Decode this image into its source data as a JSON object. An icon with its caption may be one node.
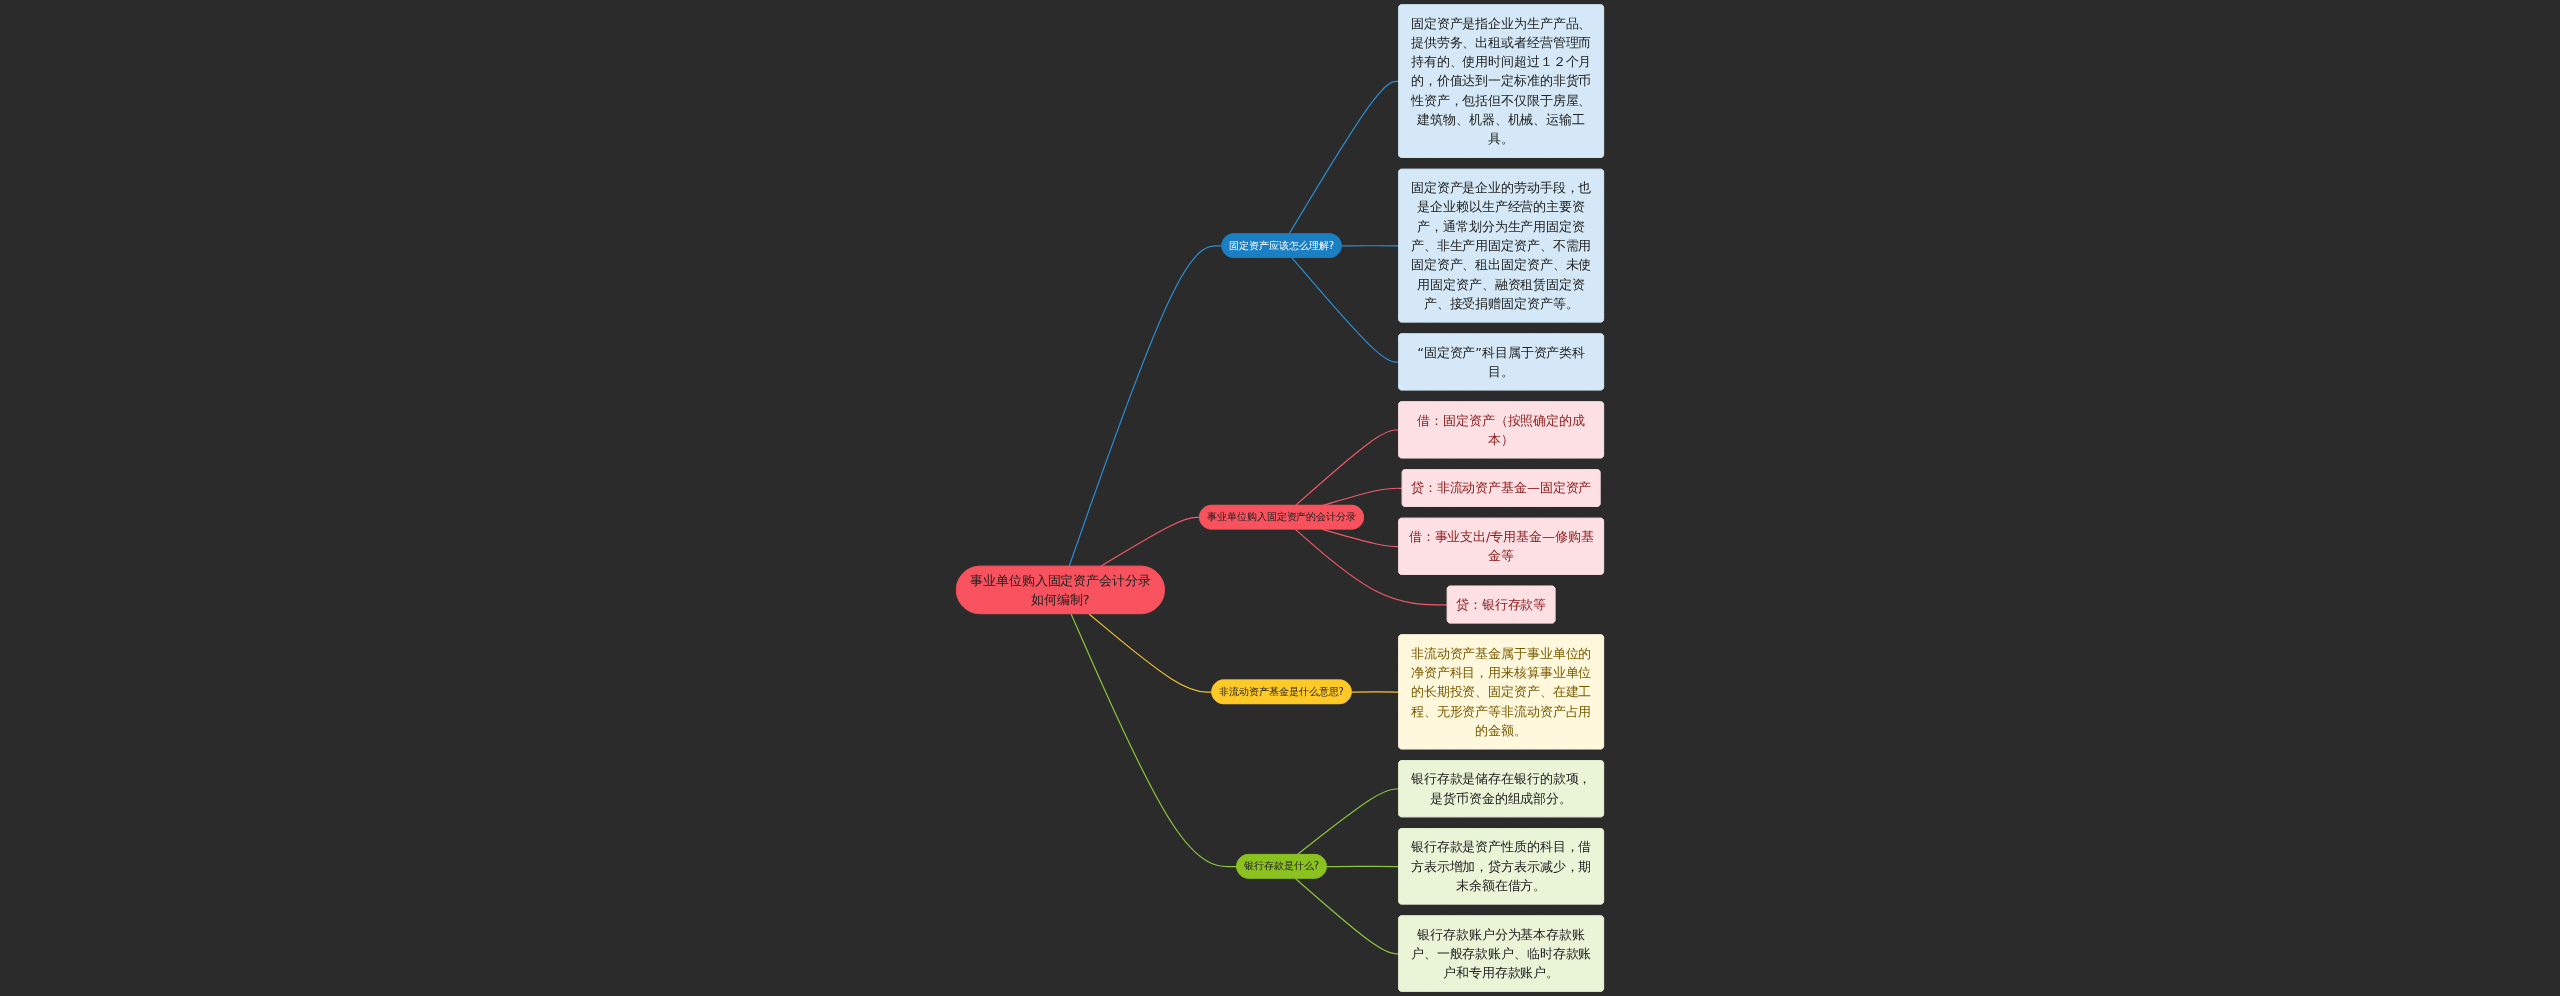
{
  "diagram": {
    "nodes": [
      {
        "text": [
          "事业单位购入固定资产会计分录如何编制?"
        ]
      },
      {
        "text": [
          "固定资产应该怎么理解?"
        ]
      },
      {
        "text": [
          "固定资产是指企业为生产产品、提供劳务、出租或者经营管理而持有的、使用时间超过１２个月的，价值达到一定标准的非货币性资产，包括但不仅限于房屋、建筑物、机器、机械、运输工具。"
        ]
      },
      {
        "text": [
          "固定资产是企业的劳动手段，也是企业赖以生产经营的主要资产，通常划分为生产用固定资产、非生产用固定资产、不需用固定资产、租出固定资产、未使用固定资产、融资租赁固定资产、接受捐赠固定资产等。"
        ]
      },
      {
        "text": [
          "“固定资产”科目属于资产类科目。"
        ]
      },
      {
        "text": [
          "事业单位购入固定资产的会计分录"
        ]
      },
      {
        "text": [
          "借：固定资产（按照确定的成本）"
        ]
      },
      {
        "text": [
          "贷：非流动资产基金—固定资产"
        ]
      },
      {
        "text": [
          "借：事业支出/专用基金—修购基金等"
        ]
      },
      {
        "text": [
          "贷：银行存款等"
        ]
      },
      {
        "text": [
          "非流动资产基金是什么意思?"
        ]
      },
      {
        "text": [
          "非流动资产基金属于事业单位的净资产科目，用来核算事业单位的长期投资、固定资产、在建工程、无形资产等非流动资产占用的金额。"
        ]
      },
      {
        "text": [
          "银行存款是什么?"
        ]
      },
      {
        "text": [
          "银行存款是储存在银行的款项，是货币资金的组成部分。"
        ]
      },
      {
        "text": [
          "银行存款是资产性质的科目，借方表示增加，贷方表示减少，期末余额在借方。"
        ]
      },
      {
        "text": [
          "银行存款账户分为基本存款账户、一般存款账户、临时存款账户和专用存款账户。"
        ]
      }
    ],
    "edges": [
      {
        "from": 0,
        "to": 1,
        "arrow": "none",
        "color": "#2a8fd6"
      },
      {
        "from": 1,
        "to": 2,
        "arrow": "none",
        "color": "#2a8fd6"
      },
      {
        "from": 1,
        "to": 3,
        "arrow": "none",
        "color": "#2a8fd6"
      },
      {
        "from": 1,
        "to": 4,
        "arrow": "none",
        "color": "#2a8fd6"
      },
      {
        "from": 0,
        "to": 5,
        "arrow": "none",
        "color": "#f0596a"
      },
      {
        "from": 5,
        "to": 6,
        "arrow": "none",
        "color": "#f0596a"
      },
      {
        "from": 5,
        "to": 7,
        "arrow": "none",
        "color": "#f0596a"
      },
      {
        "from": 5,
        "to": 8,
        "arrow": "none",
        "color": "#f0596a"
      },
      {
        "from": 5,
        "to": 9,
        "arrow": "none",
        "color": "#f0596a"
      },
      {
        "from": 0,
        "to": 10,
        "arrow": "none",
        "color": "#f5c431"
      },
      {
        "from": 10,
        "to": 11,
        "arrow": "none",
        "color": "#f5c431"
      },
      {
        "from": 0,
        "to": 12,
        "arrow": "none",
        "color": "#8cc63f"
      },
      {
        "from": 12,
        "to": 13,
        "arrow": "none",
        "color": "#8cc63f"
      },
      {
        "from": 12,
        "to": 14,
        "arrow": "none",
        "color": "#8cc63f"
      },
      {
        "from": 12,
        "to": 15,
        "arrow": "none",
        "color": "#8cc63f"
      }
    ]
  }
}
